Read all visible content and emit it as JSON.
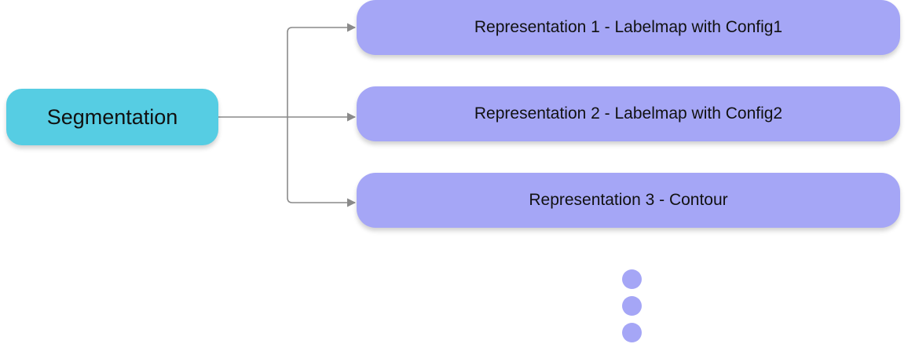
{
  "diagram": {
    "source": {
      "label": "Segmentation"
    },
    "targets": [
      {
        "label": "Representation 1 - Labelmap with Config1"
      },
      {
        "label": "Representation 2 - Labelmap with Config2"
      },
      {
        "label": "Representation 3 - Contour"
      }
    ],
    "continuation_dots": 3
  },
  "colors": {
    "source_fill": "#56CDE3",
    "target_fill": "#A5A6F6",
    "connector": "#8A8A8A",
    "dot_fill": "#A5A6F6",
    "text": "#111111"
  }
}
